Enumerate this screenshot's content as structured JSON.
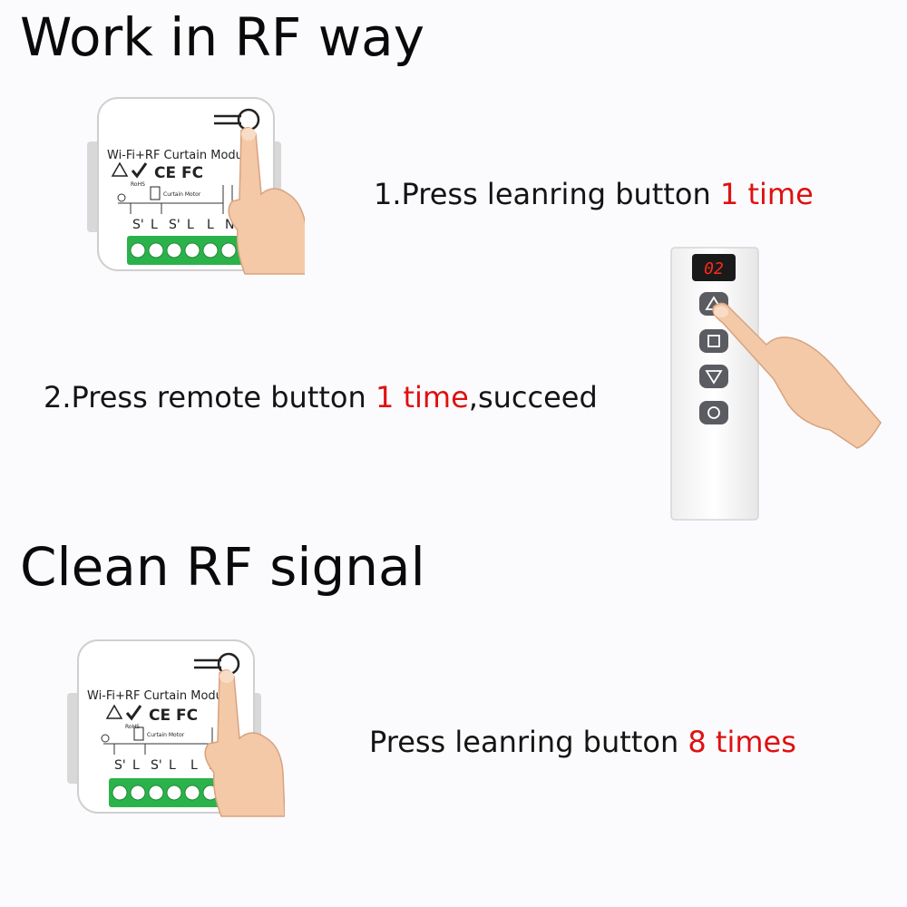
{
  "sections": {
    "work": {
      "title": "Work in RF way",
      "step1": {
        "text": "1.Press leanring button ",
        "highlight": "1 time",
        "suffix": ""
      },
      "step2": {
        "text": "2.Press remote button ",
        "highlight": "1 time",
        "suffix": ",succeed"
      }
    },
    "clean": {
      "title": "Clean RF signal",
      "step": {
        "text": "Press leanring button ",
        "highlight": "8 times",
        "suffix": ""
      }
    }
  },
  "module": {
    "label": "Wi-Fi+RF Curtain Module",
    "badge": "Curtain Motor",
    "marks": "CE FC",
    "rohs": "RoHS",
    "terminals": [
      "S'",
      "L",
      "S'",
      "L",
      "L",
      "N"
    ]
  },
  "remote": {
    "display": "02",
    "buttons": [
      "up-icon",
      "stop-icon",
      "down-icon",
      "cycle-icon"
    ]
  },
  "colors": {
    "highlight": "#e01010",
    "terminal_green": "#2bb24a",
    "display_red": "#ff2a1a"
  }
}
